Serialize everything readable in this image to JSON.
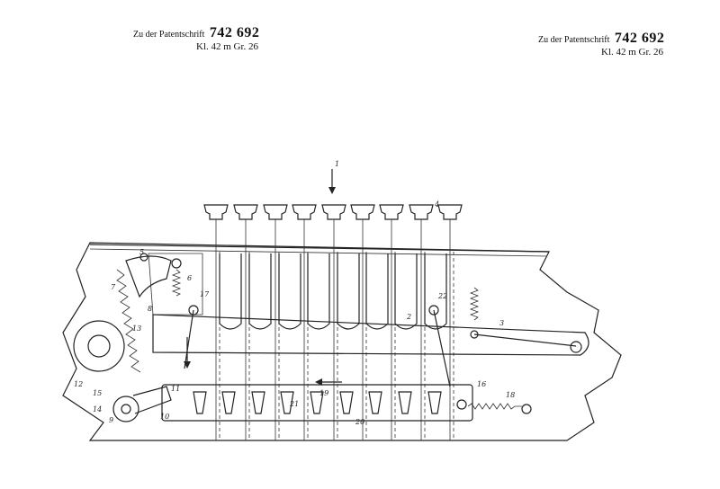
{
  "header_left": {
    "caption": "Zu der Patentschrift",
    "number": "742 692",
    "class_line": "Kl. 42 m   Gr. 26"
  },
  "header_right": {
    "caption": "Zu der Patentschrift",
    "number": "742 692",
    "class_line": "Kl. 42 m   Gr. 26"
  },
  "drawing": {
    "reference_numerals": [
      "1",
      "2",
      "3",
      "4",
      "5",
      "6",
      "7",
      "8",
      "9",
      "10",
      "11",
      "12",
      "13",
      "14",
      "15",
      "16",
      "17",
      "18",
      "19",
      "20",
      "21",
      "22"
    ]
  }
}
